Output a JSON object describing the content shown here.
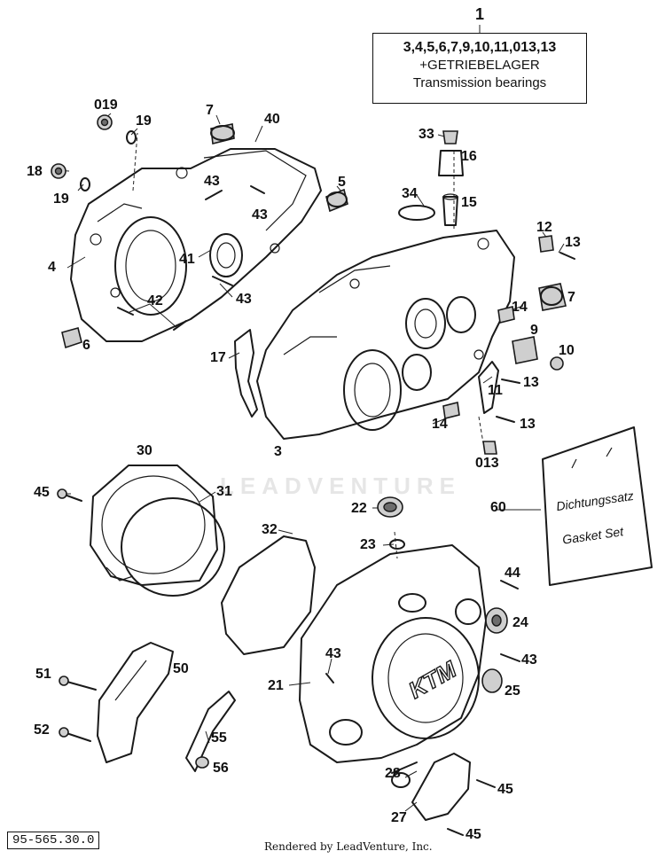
{
  "kit": {
    "callout": "1",
    "contents": "3,4,5,6,7,9,10,11,013,13",
    "label_de": "+GETRIEBELAGER",
    "label_en": "Transmission bearings"
  },
  "gasket_set": {
    "callout": "60",
    "label_de": "Dichtungssatz",
    "label_en": "Gasket Set"
  },
  "callouts": [
    {
      "id": "019-a",
      "text": "019"
    },
    {
      "id": "19-a",
      "text": "19"
    },
    {
      "id": "7-a",
      "text": "7"
    },
    {
      "id": "40",
      "text": "40"
    },
    {
      "id": "33",
      "text": "33"
    },
    {
      "id": "16",
      "text": "16"
    },
    {
      "id": "18",
      "text": "18"
    },
    {
      "id": "19-b",
      "text": "19"
    },
    {
      "id": "43-a",
      "text": "43"
    },
    {
      "id": "43-b",
      "text": "43"
    },
    {
      "id": "5",
      "text": "5"
    },
    {
      "id": "34",
      "text": "34"
    },
    {
      "id": "15",
      "text": "15"
    },
    {
      "id": "12",
      "text": "12"
    },
    {
      "id": "13-a",
      "text": "13"
    },
    {
      "id": "4",
      "text": "4"
    },
    {
      "id": "41",
      "text": "41"
    },
    {
      "id": "43-c",
      "text": "43"
    },
    {
      "id": "7-b",
      "text": "7"
    },
    {
      "id": "42",
      "text": "42"
    },
    {
      "id": "14-a",
      "text": "14"
    },
    {
      "id": "6",
      "text": "6"
    },
    {
      "id": "9",
      "text": "9"
    },
    {
      "id": "10",
      "text": "10"
    },
    {
      "id": "17",
      "text": "17"
    },
    {
      "id": "11",
      "text": "11"
    },
    {
      "id": "13-b",
      "text": "13"
    },
    {
      "id": "14-b",
      "text": "14"
    },
    {
      "id": "13-c",
      "text": "13"
    },
    {
      "id": "3",
      "text": "3"
    },
    {
      "id": "013",
      "text": "013"
    },
    {
      "id": "30",
      "text": "30"
    },
    {
      "id": "45-a",
      "text": "45"
    },
    {
      "id": "31",
      "text": "31"
    },
    {
      "id": "22",
      "text": "22"
    },
    {
      "id": "32",
      "text": "32"
    },
    {
      "id": "23",
      "text": "23"
    },
    {
      "id": "44",
      "text": "44"
    },
    {
      "id": "24",
      "text": "24"
    },
    {
      "id": "50",
      "text": "50"
    },
    {
      "id": "51",
      "text": "51"
    },
    {
      "id": "43-d",
      "text": "43"
    },
    {
      "id": "43-e",
      "text": "43"
    },
    {
      "id": "21",
      "text": "21"
    },
    {
      "id": "25",
      "text": "25"
    },
    {
      "id": "52",
      "text": "52"
    },
    {
      "id": "55",
      "text": "55"
    },
    {
      "id": "56",
      "text": "56"
    },
    {
      "id": "28",
      "text": "28"
    },
    {
      "id": "45-b",
      "text": "45"
    },
    {
      "id": "27",
      "text": "27"
    },
    {
      "id": "45-c",
      "text": "45"
    }
  ],
  "drawing_number": "95-565.30.0",
  "footer": "Rendered by LeadVenture, Inc.",
  "watermark": "LEADVENTURE"
}
